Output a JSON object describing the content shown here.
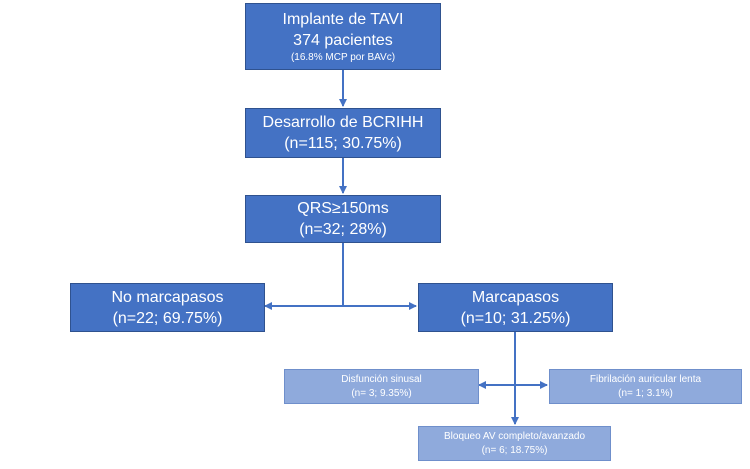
{
  "colors": {
    "primary_box": "#4472c4",
    "primary_border": "#2f528f",
    "secondary_box": "#8faadc",
    "connector": "#4472c4",
    "text": "#ffffff"
  },
  "nodes": {
    "tavi": {
      "line1": "Implante de TAVI",
      "line2": "374 pacientes",
      "line3": "(16.8% MCP por BAVc)"
    },
    "bcrihh": {
      "line1": "Desarrollo de BCRIHH",
      "line2": "(n=115; 30.75%)"
    },
    "qrs": {
      "line1": "QRS≥150ms",
      "line2": "(n=32; 28%)"
    },
    "no_pacemaker": {
      "line1": "No marcapasos",
      "line2": "(n=22; 69.75%)"
    },
    "pacemaker": {
      "line1": "Marcapasos",
      "line2": "(n=10; 31.25%)"
    },
    "sinus_dysfunction": {
      "line1": "Disfunción sinusal",
      "line2": "(n= 3; 9.35%)"
    },
    "slow_af": {
      "line1": "Fibrilación auricular lenta",
      "line2": "(n= 1; 3.1%)"
    },
    "av_block": {
      "line1": "Bloqueo AV completo/avanzado",
      "line2": "(n= 6; 18.75%)"
    }
  }
}
